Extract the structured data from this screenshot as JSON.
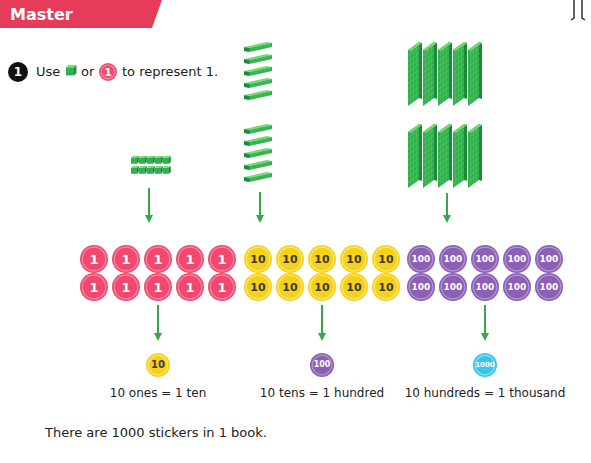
{
  "diagram": {
    "nodes": [
      {
        "text": [
          "Master"
        ]
      },
      {
        "text": [
          "1"
        ]
      },
      {
        "text": [
          "1"
        ]
      },
      {
        "text": [
          "1"
        ]
      },
      {
        "text": [
          "1"
        ]
      },
      {
        "text": [
          "1"
        ]
      },
      {
        "text": [
          "1"
        ]
      },
      {
        "text": [
          "1"
        ]
      },
      {
        "text": [
          "1"
        ]
      },
      {
        "text": [
          "1"
        ]
      },
      {
        "text": [
          "1"
        ]
      },
      {
        "text": [
          "1"
        ]
      },
      {
        "text": [
          "1"
        ]
      },
      {
        "text": [
          "10"
        ]
      },
      {
        "text": [
          "10"
        ]
      },
      {
        "text": [
          "10"
        ]
      },
      {
        "text": [
          "10"
        ]
      },
      {
        "text": [
          "10"
        ]
      },
      {
        "text": [
          "10"
        ]
      },
      {
        "text": [
          "10"
        ]
      },
      {
        "text": [
          "10"
        ]
      },
      {
        "text": [
          "10"
        ]
      },
      {
        "text": [
          "10"
        ]
      },
      {
        "text": [
          "100"
        ]
      },
      {
        "text": [
          "100"
        ]
      },
      {
        "text": [
          "100"
        ]
      },
      {
        "text": [
          "100"
        ]
      },
      {
        "text": [
          "100"
        ]
      },
      {
        "text": [
          "100"
        ]
      },
      {
        "text": [
          "100"
        ]
      },
      {
        "text": [
          "100"
        ]
      },
      {
        "text": [
          "100"
        ]
      },
      {
        "text": [
          "100"
        ]
      },
      {
        "text": [
          "10"
        ]
      },
      {
        "text": [
          "100"
        ]
      },
      {
        "text": [
          "1000"
        ]
      }
    ],
    "labels": [
      "Use",
      "or",
      "to represent 1.",
      "10 ones = 1 ten",
      "10 tens = 1 hundred",
      "10 hundreds = 1 thousand",
      "There are 1000 stickers in 1 book."
    ]
  }
}
